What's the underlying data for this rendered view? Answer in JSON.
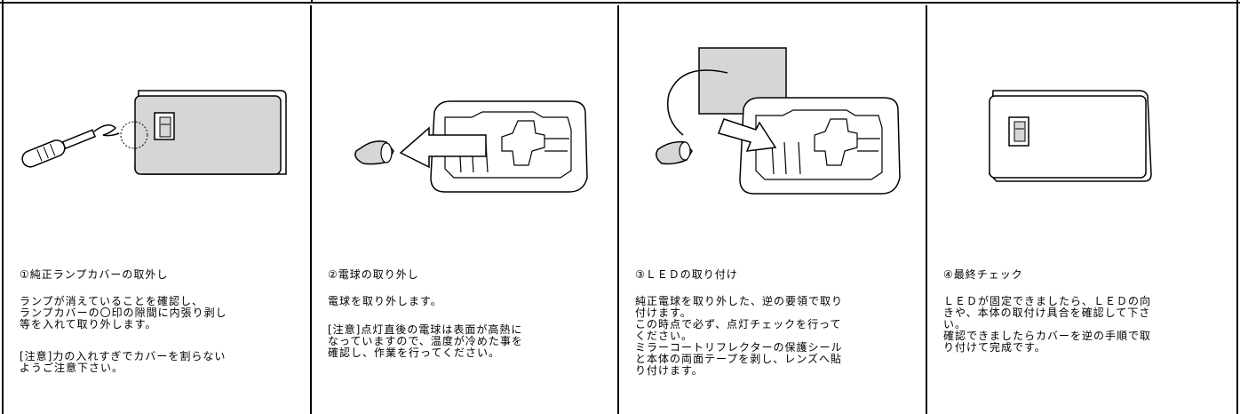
{
  "steps": [
    {
      "title": "①純正ランプカバーの取外し",
      "paragraphs": [
        "ランプが消えていることを確認し、\nランプカバーの〇印の隙間に内張り剥し\n等を入れて取り外します。",
        "[注意]力の入れすぎでカバーを割らない\nようご注意下さい。"
      ]
    },
    {
      "title": "②電球の取り外し",
      "paragraphs": [
        "電球を取り外します。",
        "[注意]点灯直後の電球は表面が高熱に\nなっていますので、温度が冷めた事を\n確認し、作業を行ってください。"
      ]
    },
    {
      "title": "③ＬＥＤの取り付け",
      "paragraphs": [
        "純正電球を取り外した、逆の要領で取り\n付けます。\nこの時点で必ず、点灯チェックを行って\nください。\nミラーコートリフレクターの保護シール\nと本体の両面テープを剥し、レンズへ貼\nり付けます。"
      ]
    },
    {
      "title": "④最終チェック",
      "paragraphs": [
        "ＬＥＤが固定できましたら、ＬＥＤの向\nきや、本体の取付け具合を確認して下さ\nい。\n確認できましたらカバーを逆の手順で取\nり付けて完成です。"
      ]
    }
  ]
}
